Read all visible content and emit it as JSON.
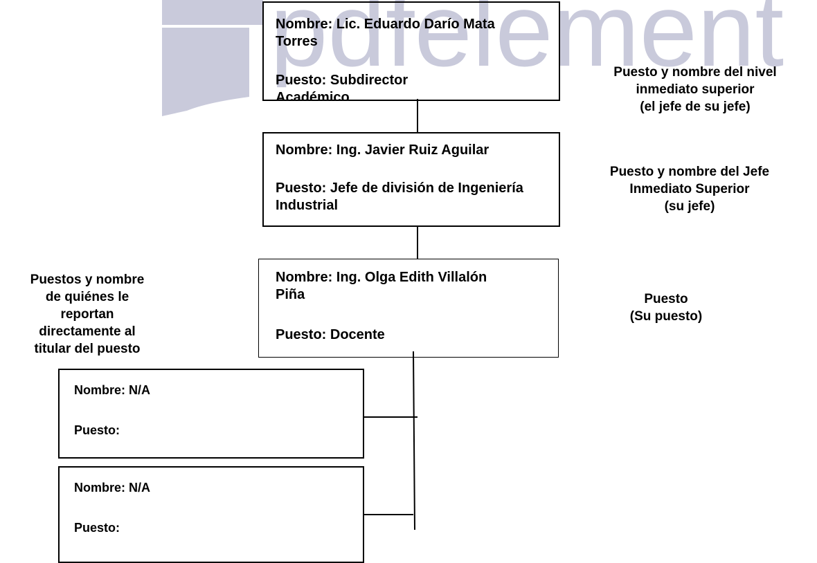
{
  "watermark": {
    "text": "pdfelement",
    "color": "#c9cadb"
  },
  "levels": {
    "superior": {
      "nombre": "Nombre: Lic. Eduardo Darío Mata Torres",
      "puesto": "Puesto: Subdirector Académico"
    },
    "jefe": {
      "nombre": "Nombre: Ing. Javier Ruiz Aguilar",
      "puesto": "Puesto: Jefe de división de Ingeniería Industrial"
    },
    "propio": {
      "nombre": "Nombre: Ing. Olga Edith Villalón Piña",
      "puesto": "Puesto: Docente"
    },
    "subordinados": [
      {
        "nombre": "Nombre: N/A",
        "puesto": "Puesto:"
      },
      {
        "nombre": "Nombre: N/A",
        "puesto": "Puesto:"
      }
    ]
  },
  "labels": {
    "superior": [
      "Puesto y nombre del nivel",
      "inmediato superior",
      "(el jefe de su jefe)"
    ],
    "jefe": [
      "Puesto y nombre del Jefe",
      "Inmediato Superior",
      "(su jefe)"
    ],
    "propio": [
      "Puesto",
      "(Su puesto)"
    ],
    "subordinados": [
      "Puestos y nombre",
      "de quiénes le",
      "reportan",
      "directamente al",
      "titular del puesto"
    ]
  }
}
